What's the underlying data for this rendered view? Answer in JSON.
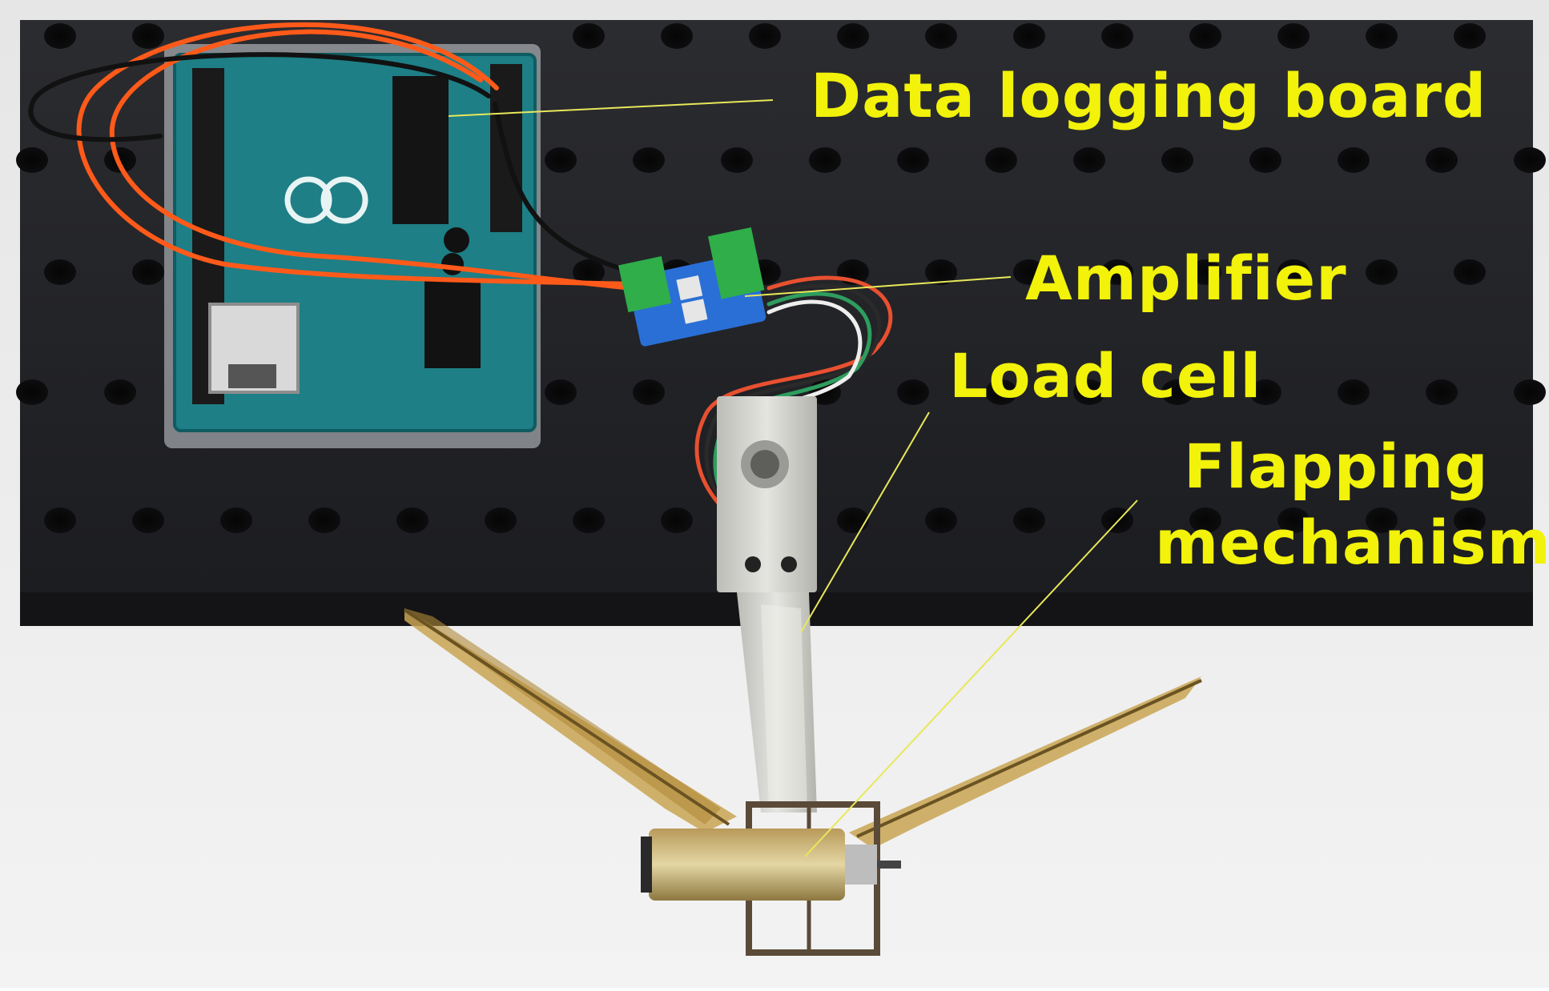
{
  "figure": {
    "labels": {
      "data_logging_board": "Data logging board",
      "amplifier": "Amplifier",
      "load_cell": "Load cell",
      "flapping_line1": "Flapping",
      "flapping_line2": "mechanism"
    },
    "colors": {
      "label_text": "#f2f20a",
      "leader_line": "#e8e85a",
      "breadboard": "#1f2023",
      "arduino_pcb": "#1e7f86",
      "amplifier_pcb": "#2a6fd6",
      "terminal_blocks": "#2fae4a",
      "wire_orange": "#ff5a1a",
      "aluminum": "#d6d6d2",
      "wing_membrane": "#c9a552"
    }
  }
}
